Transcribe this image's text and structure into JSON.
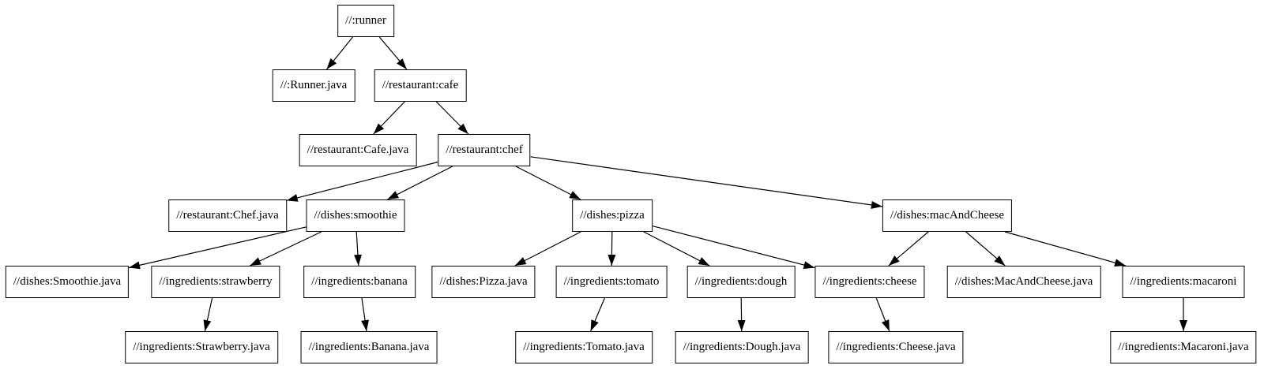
{
  "diagram": {
    "type": "dependency-graph",
    "colors": {
      "background": "#ffffff",
      "node_fill": "#ffffff",
      "node_border": "#000000",
      "edge": "#000000",
      "text": "#000000"
    },
    "nodes": [
      {
        "id": "runner",
        "label": "//:runner"
      },
      {
        "id": "runner_java",
        "label": "//:Runner.java"
      },
      {
        "id": "cafe",
        "label": "//restaurant:cafe"
      },
      {
        "id": "cafe_java",
        "label": "//restaurant:Cafe.java"
      },
      {
        "id": "chef",
        "label": "//restaurant:chef"
      },
      {
        "id": "chef_java",
        "label": "//restaurant:Chef.java"
      },
      {
        "id": "smoothie",
        "label": "//dishes:smoothie"
      },
      {
        "id": "pizza",
        "label": "//dishes:pizza"
      },
      {
        "id": "macandcheese",
        "label": "//dishes:macAndCheese"
      },
      {
        "id": "smoothie_java",
        "label": "//dishes:Smoothie.java"
      },
      {
        "id": "strawberry",
        "label": "//ingredients:strawberry"
      },
      {
        "id": "banana",
        "label": "//ingredients:banana"
      },
      {
        "id": "pizza_java",
        "label": "//dishes:Pizza.java"
      },
      {
        "id": "tomato",
        "label": "//ingredients:tomato"
      },
      {
        "id": "dough",
        "label": "//ingredients:dough"
      },
      {
        "id": "cheese",
        "label": "//ingredients:cheese"
      },
      {
        "id": "macandcheese_java",
        "label": "//dishes:MacAndCheese.java"
      },
      {
        "id": "macaroni",
        "label": "//ingredients:macaroni"
      },
      {
        "id": "strawberry_java",
        "label": "//ingredients:Strawberry.java"
      },
      {
        "id": "banana_java",
        "label": "//ingredients:Banana.java"
      },
      {
        "id": "tomato_java",
        "label": "//ingredients:Tomato.java"
      },
      {
        "id": "dough_java",
        "label": "//ingredients:Dough.java"
      },
      {
        "id": "cheese_java",
        "label": "//ingredients:Cheese.java"
      },
      {
        "id": "macaroni_java",
        "label": "//ingredients:Macaroni.java"
      }
    ],
    "edges": [
      {
        "from": "runner",
        "to": "runner_java"
      },
      {
        "from": "runner",
        "to": "cafe"
      },
      {
        "from": "cafe",
        "to": "cafe_java"
      },
      {
        "from": "cafe",
        "to": "chef"
      },
      {
        "from": "chef",
        "to": "chef_java"
      },
      {
        "from": "chef",
        "to": "smoothie"
      },
      {
        "from": "chef",
        "to": "pizza"
      },
      {
        "from": "chef",
        "to": "macandcheese"
      },
      {
        "from": "smoothie",
        "to": "smoothie_java"
      },
      {
        "from": "smoothie",
        "to": "strawberry"
      },
      {
        "from": "smoothie",
        "to": "banana"
      },
      {
        "from": "strawberry",
        "to": "strawberry_java"
      },
      {
        "from": "banana",
        "to": "banana_java"
      },
      {
        "from": "pizza",
        "to": "pizza_java"
      },
      {
        "from": "pizza",
        "to": "tomato"
      },
      {
        "from": "pizza",
        "to": "dough"
      },
      {
        "from": "pizza",
        "to": "cheese"
      },
      {
        "from": "tomato",
        "to": "tomato_java"
      },
      {
        "from": "dough",
        "to": "dough_java"
      },
      {
        "from": "cheese",
        "to": "cheese_java"
      },
      {
        "from": "macandcheese",
        "to": "cheese"
      },
      {
        "from": "macandcheese",
        "to": "macandcheese_java"
      },
      {
        "from": "macandcheese",
        "to": "macaroni"
      },
      {
        "from": "macaroni",
        "to": "macaroni_java"
      }
    ]
  }
}
